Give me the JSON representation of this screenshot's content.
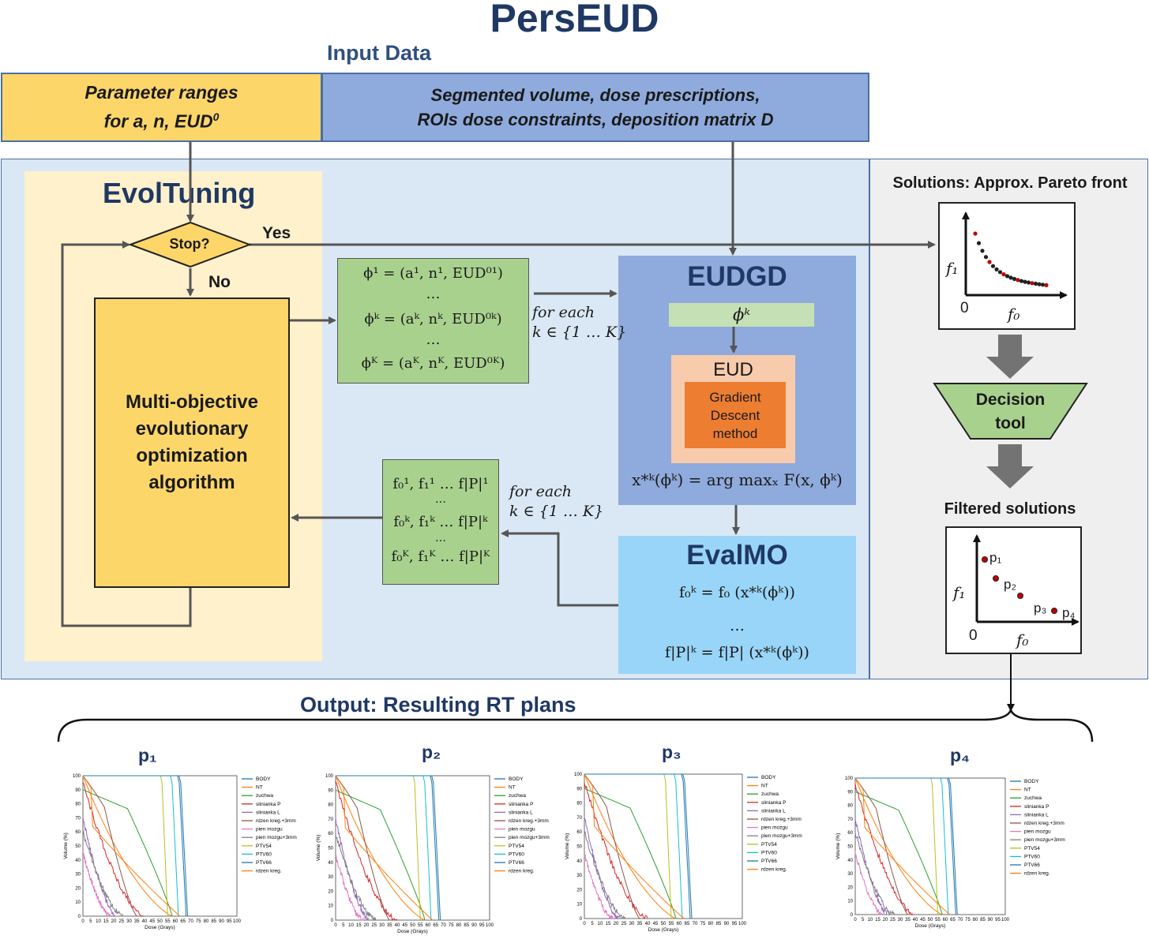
{
  "title": "PersEUD",
  "input_label": "Input Data",
  "param_box": {
    "line1": "Parameter ranges",
    "line2": "for a, n, EUD",
    "sup": "0"
  },
  "seg_box": {
    "line1": "Segmented volume, dose prescriptions,",
    "line2": "ROIs dose constraints, deposition matrix D"
  },
  "evol": {
    "title": "EvolTuning",
    "stop": "Stop?",
    "yes": "Yes",
    "no": "No",
    "moea_lines": [
      "Multi-objective",
      "evolutionary",
      "optimization",
      "algorithm"
    ]
  },
  "phi_params": {
    "line1": "ϕ¹ = (a¹, n¹, EUD⁰¹)",
    "line2": "ϕᵏ = (aᵏ, nᵏ, EUD⁰ᵏ)",
    "line3": "ϕᴷ = (aᴷ, nᴷ, EUD⁰ᴷ)",
    "dots": "…"
  },
  "for_each": {
    "line1": "for each",
    "line2": "k ∈ {1 … K}"
  },
  "eudgd": {
    "title": "EUDGD",
    "phi": "ϕᵏ",
    "eud": "EUD",
    "gd_lines": [
      "Gradient",
      "Descent",
      "method"
    ],
    "argmax": "x*ᵏ(ϕᵏ) = arg maxₓ F(x, ϕᵏ)"
  },
  "evalmo": {
    "title": "EvalMO",
    "line1": "f₀ᵏ = f₀ (x*ᵏ(ϕᵏ))",
    "dots": "…",
    "line2": "f|P|ᵏ = f|P| (x*ᵏ(ϕᵏ))"
  },
  "f_values": {
    "line1": "f₀¹, f₁¹ … f|P|¹",
    "line2": "f₀ᵏ, f₁ᵏ … f|P|ᵏ",
    "line3": "f₀ᴷ, f₁ᴷ … f|P|ᴷ",
    "dots": "…"
  },
  "solutions": {
    "title": "Solutions: Approx. Pareto front",
    "y_axis": "f₁",
    "x_axis": "f₀",
    "origin": "0"
  },
  "decision": {
    "line1": "Decision",
    "line2": "tool"
  },
  "filtered": {
    "title": "Filtered solutions",
    "y_axis": "f₁",
    "x_axis": "f₀",
    "origin": "0",
    "points": [
      "p₁",
      "p₂",
      "p₃",
      "p₄"
    ]
  },
  "output_title": "Output: Resulting RT plans",
  "plans": [
    {
      "label": "p₁"
    },
    {
      "label": "p₂"
    },
    {
      "label": "p₃"
    },
    {
      "label": "p₄"
    }
  ],
  "dvh": {
    "xlabel": "Dose (Grays)",
    "ylabel": "Volume (%)",
    "xticks": [
      "0",
      "5",
      "10",
      "15",
      "20",
      "25",
      "30",
      "35",
      "40",
      "45",
      "50",
      "55",
      "60",
      "65",
      "70",
      "75",
      "80",
      "85",
      "90",
      "95",
      "100"
    ],
    "yticks": [
      "0",
      "10",
      "20",
      "30",
      "40",
      "50",
      "60",
      "70",
      "80",
      "90",
      "100"
    ],
    "legend": [
      {
        "name": "BODY",
        "color": "#1f77b4"
      },
      {
        "name": "NT",
        "color": "#ff7f0e"
      },
      {
        "name": "zuchwa",
        "color": "#2ca02c"
      },
      {
        "name": "slinianka P",
        "color": "#d62728"
      },
      {
        "name": "slinianka L",
        "color": "#9467bd"
      },
      {
        "name": "rdzen kreg.+3mm",
        "color": "#8c564b"
      },
      {
        "name": "pien mozgu",
        "color": "#e377c2"
      },
      {
        "name": "pien mozgu+3mm",
        "color": "#7f7f7f"
      },
      {
        "name": "PTV54",
        "color": "#bcbd22"
      },
      {
        "name": "PTV60",
        "color": "#17becf"
      },
      {
        "name": "PTV66",
        "color": "#1f77b4"
      },
      {
        "name": "rdzen kreg.",
        "color": "#ff7f0e"
      }
    ]
  }
}
